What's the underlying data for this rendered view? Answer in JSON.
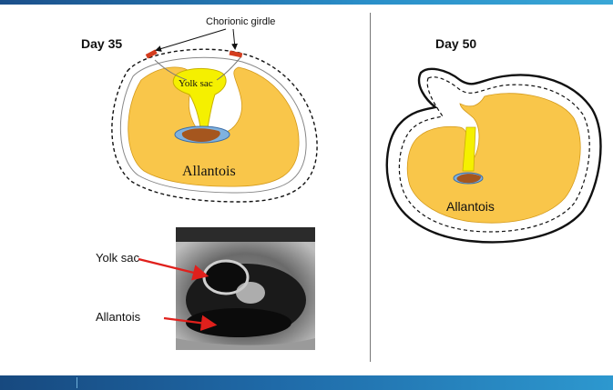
{
  "labels": {
    "day35": "Day 35",
    "day50": "Day 50",
    "chorionic_girdle": "Chorionic girdle",
    "yolk_sac_diagram": "Yolk sac",
    "allantois_day35": "Allantois",
    "allantois_day50": "Allantois",
    "ultrasound_yolk_sac": "Yolk sac",
    "ultrasound_allantois": "Allantois"
  },
  "colors": {
    "allantois_fill": "#f9c64a",
    "yolk_sac_fill": "#f5f000",
    "embryo": "#a5561e",
    "fluid_blue": "#7fb2e0",
    "girdle": "#d43c1e",
    "arrow_red": "#e0201c",
    "accent_bar": "#1f6aa8"
  }
}
